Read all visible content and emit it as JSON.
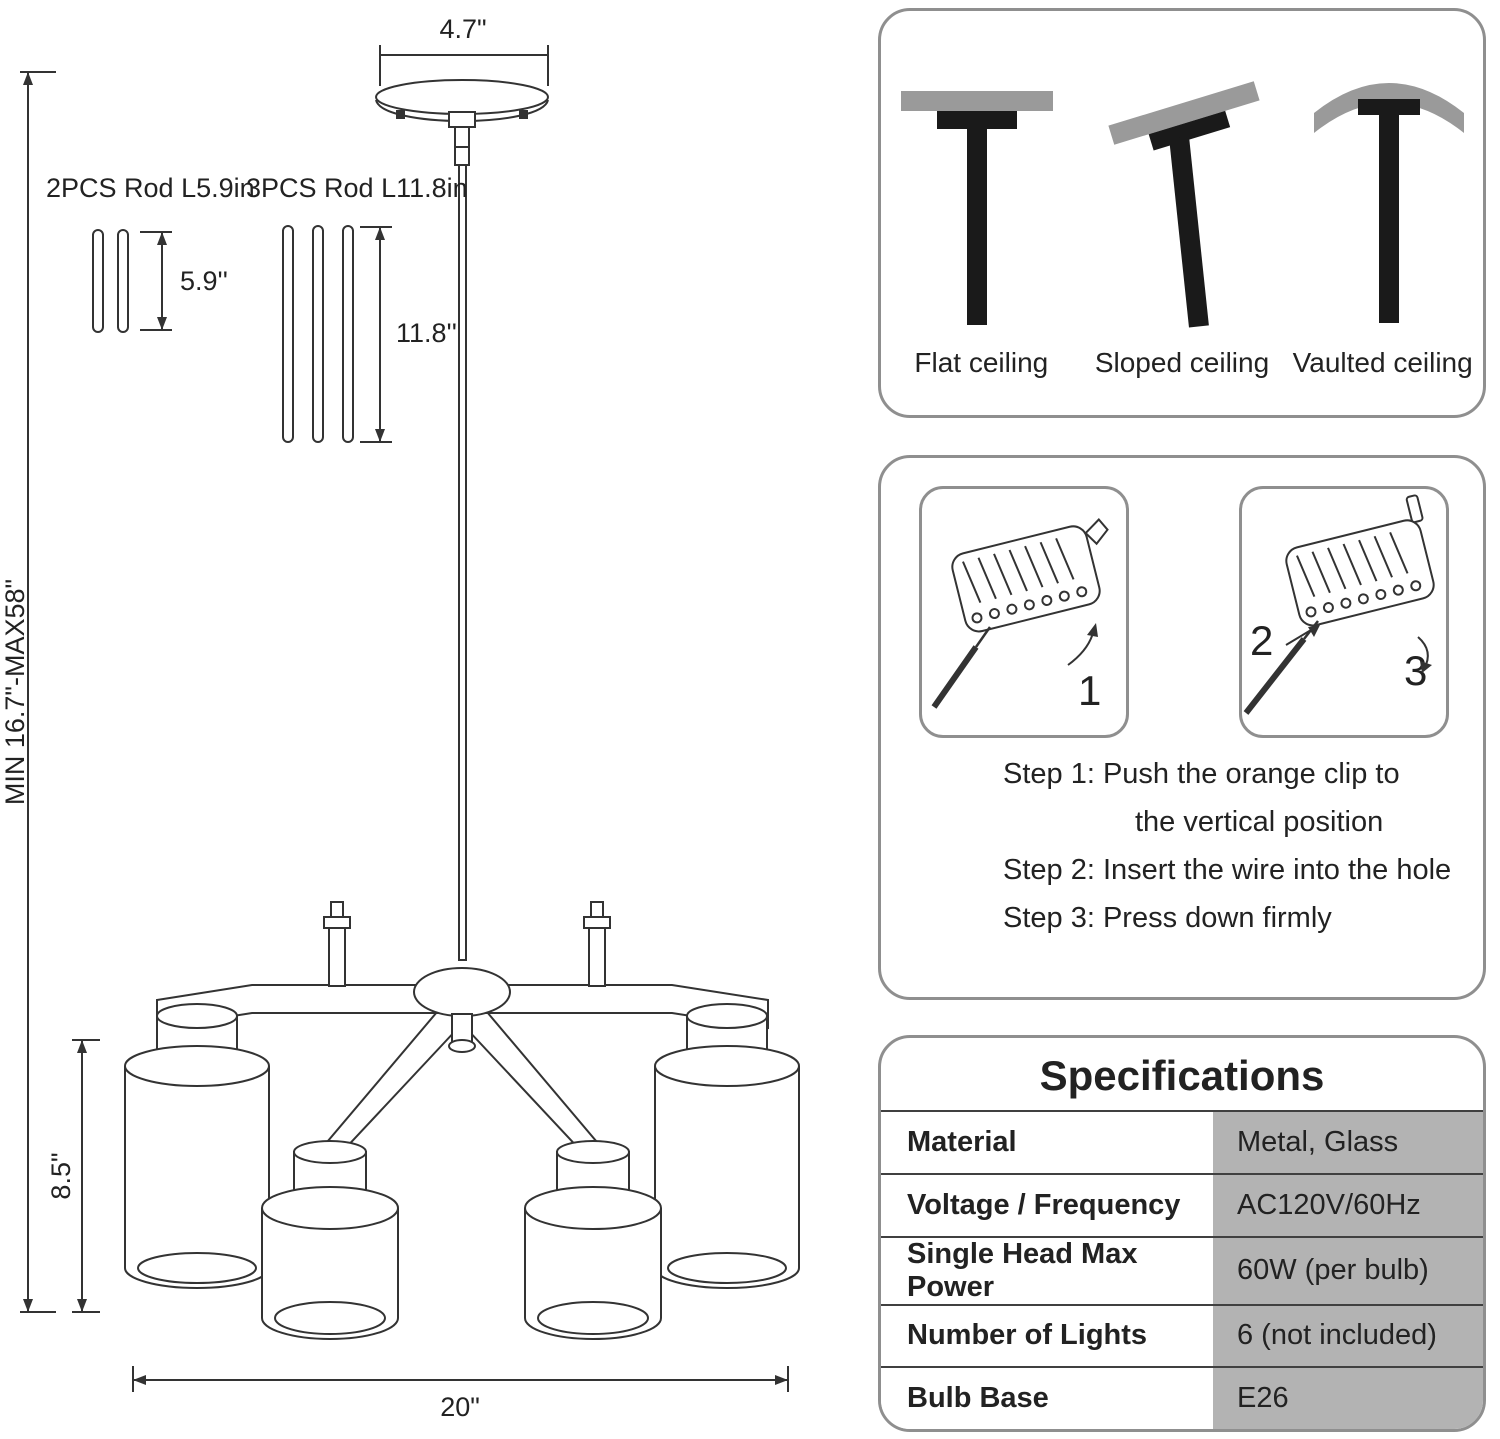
{
  "colors": {
    "ceiling_gray": "#9a9a9a",
    "mount_black": "#1a1a1a",
    "panel_border": "#8f8f8f",
    "spec_value_bg": "#b3b3b3",
    "line_color": "#333333"
  },
  "diagram": {
    "dim_canopy_width": "4.7\"",
    "rod_label_2pcs": "2PCS Rod L5.9in",
    "rod_label_3pcs": "3PCS Rod L11.8in",
    "dim_rod_short": "5.9''",
    "dim_rod_long": "11.8''",
    "dim_height_range": "MIN 16.7\"-MAX58\"",
    "dim_shade_height": "8.5\"",
    "dim_fixture_width": "20\""
  },
  "ceiling_panel": {
    "items": [
      {
        "label": "Flat ceiling"
      },
      {
        "label": "Sloped ceiling"
      },
      {
        "label": "Vaulted ceiling"
      }
    ]
  },
  "wiring_panel": {
    "markers": [
      "1",
      "2",
      "3"
    ],
    "steps": [
      "Step 1: Push the orange clip to",
      "the vertical position",
      "Step 2: Insert the wire into the hole",
      "Step 3: Press down firmly"
    ]
  },
  "specs": {
    "title": "Specifications",
    "rows": [
      {
        "label": "Material",
        "value": "Metal, Glass"
      },
      {
        "label": "Voltage / Frequency",
        "value": "AC120V/60Hz"
      },
      {
        "label": "Single Head Max Power",
        "value": "60W (per bulb)"
      },
      {
        "label": "Number of Lights",
        "value": "6 (not included)"
      },
      {
        "label": "Bulb Base",
        "value": "E26"
      }
    ]
  }
}
